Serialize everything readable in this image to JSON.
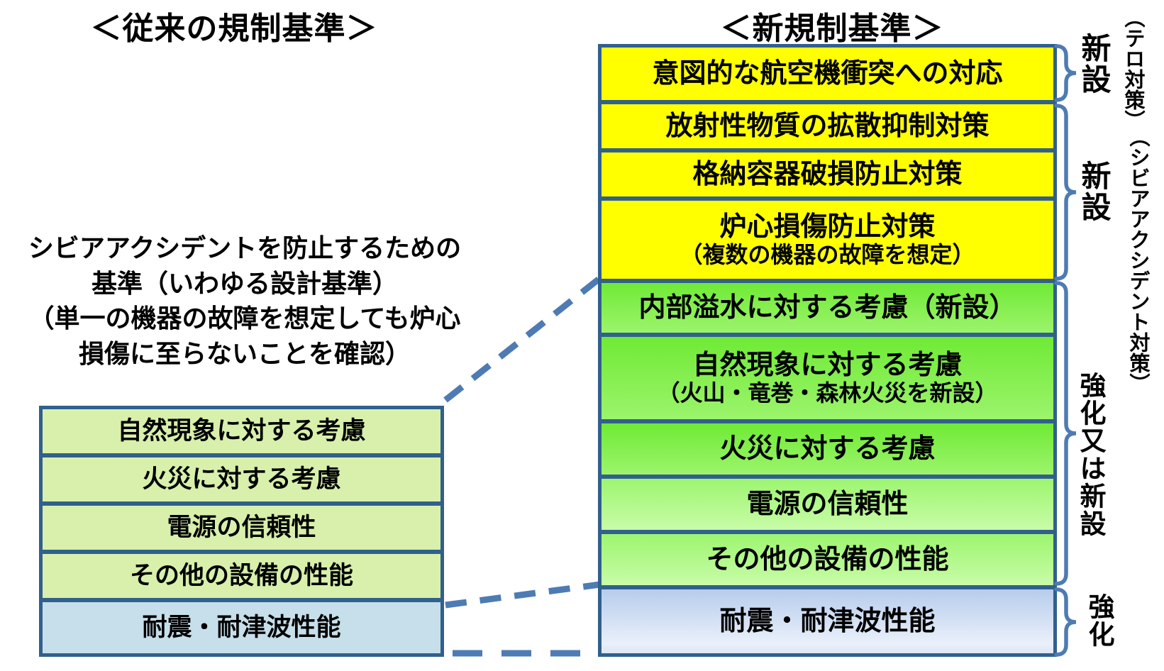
{
  "titles": {
    "old": "＜従来の規制基準＞",
    "new": "＜新規制基準＞"
  },
  "old_standards": {
    "note": "シビアアクシデントを防止するための\n基準（いわゆる設計基準）\n（単一の機器の故障を想定しても炉心\n損傷に至らないことを確認）",
    "boxes": [
      {
        "label": "自然現象に対する考慮"
      },
      {
        "label": "火災に対する考慮"
      },
      {
        "label": "電源の信頼性"
      },
      {
        "label": "その他の設備の性能"
      },
      {
        "label": "耐震・耐津波性能"
      }
    ]
  },
  "new_standards": {
    "boxes": [
      {
        "label": "意図的な航空機衝突への対応"
      },
      {
        "label": "放射性物質の拡散抑制対策"
      },
      {
        "label": "格納容器破損防止対策"
      },
      {
        "label": "炉心損傷防止対策",
        "sub": "（複数の機器の故障を想定）"
      },
      {
        "label": "内部溢水に対する考慮（新設）"
      },
      {
        "label": "自然現象に対する考慮",
        "sub": "（火山・竜巻・森林火災を新設）"
      },
      {
        "label": "火災に対する考慮"
      },
      {
        "label": "電源の信頼性"
      },
      {
        "label": "その他の設備の性能"
      },
      {
        "label": "耐震・耐津波性能"
      }
    ]
  },
  "side_labels": [
    {
      "main": "新設",
      "sub": "（テロ対策）"
    },
    {
      "main": "新設",
      "sub": "（シビアアクシデント対策）"
    },
    {
      "main": "強化又は新設",
      "sub": ""
    },
    {
      "main": "強化",
      "sub": ""
    }
  ],
  "colors": {
    "yellow": "#FFFF00",
    "bright_green": "#6FEA35",
    "light_green": "#9DF56F",
    "pale_green": "#D8F0AB",
    "pale_blue": "#C6DFEA",
    "blue_gradient_top": "#B7CCEC",
    "box_border": "#31608C",
    "accent_blue": "#4E7BB3",
    "text": "#000000"
  }
}
